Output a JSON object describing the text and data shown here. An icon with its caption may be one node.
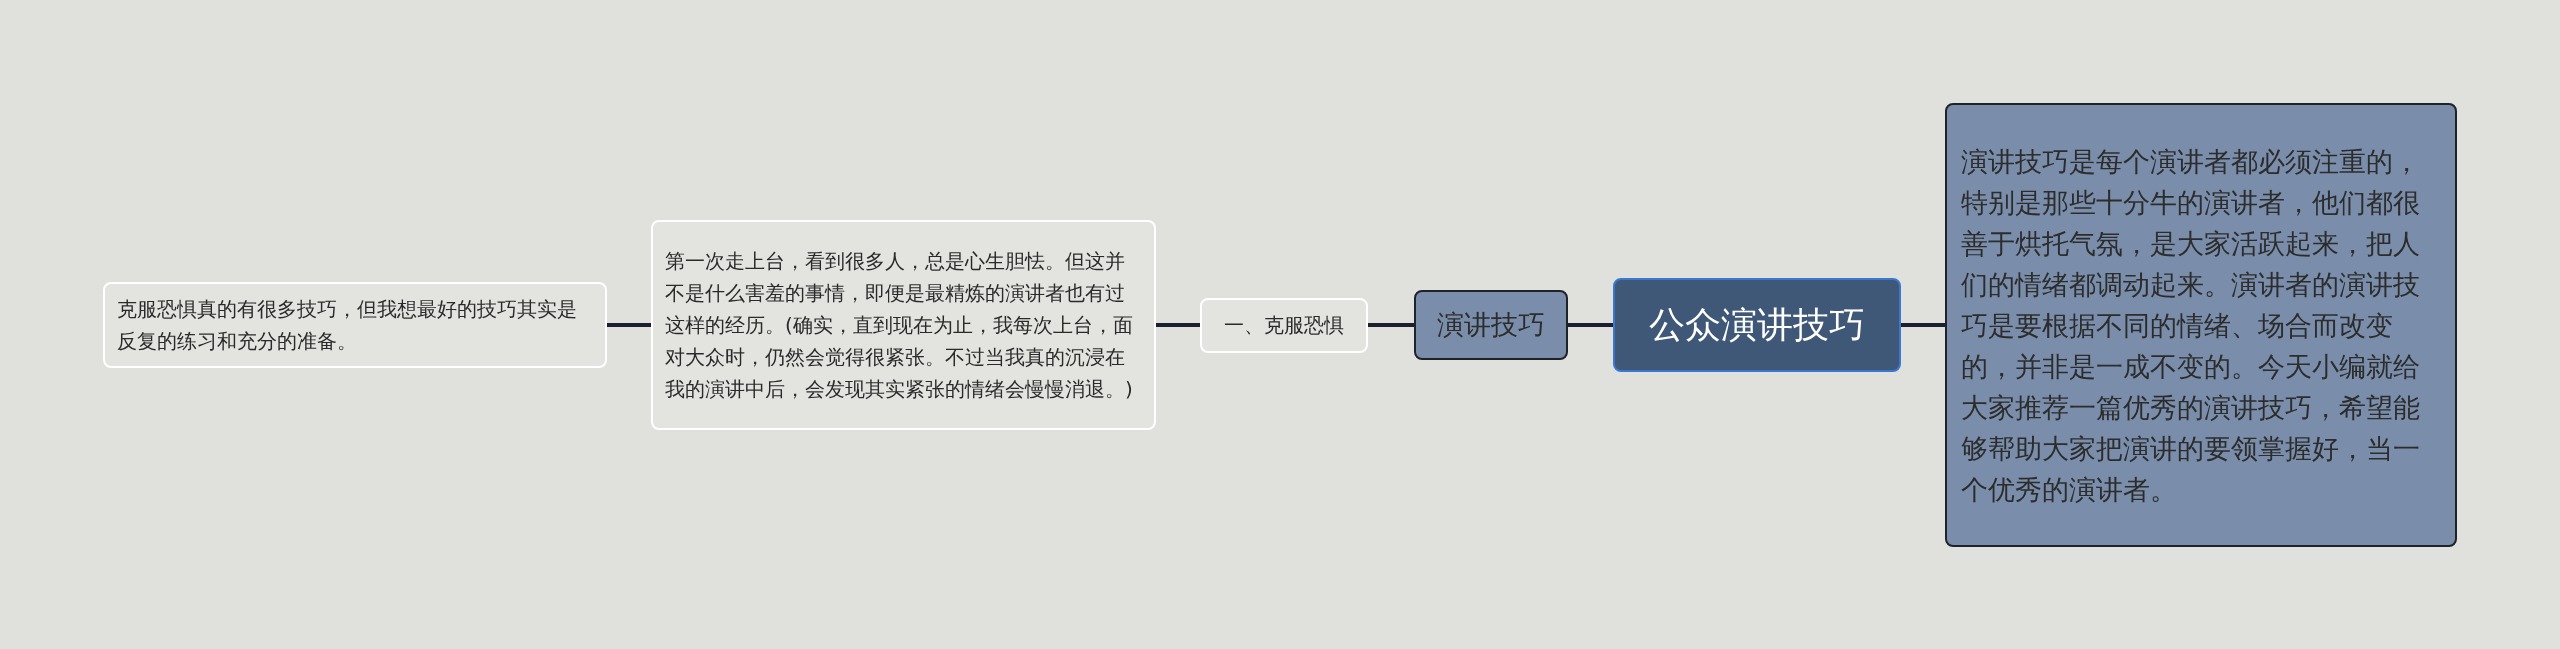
{
  "diagram": {
    "nodes": [
      {
        "text": [
          "公众演讲技巧"
        ]
      },
      {
        "text": [
          "演讲技巧"
        ]
      },
      {
        "text": [
          "一、克服恐惧"
        ]
      },
      {
        "text": [
          "第一次走上台，看到很多人，总是心生胆怯。但这并不是什么害羞的事情，即便是最精炼的演讲者也有过这样的经历。(确实，直到现在为止，我每次上台，面对大众时，仍然会觉得很紧张。不过当我真的沉浸在我的演讲中后，会发现其实紧张的情绪会慢慢消退。)"
        ]
      },
      {
        "text": [
          "克服恐惧真的有很多技巧，但我想最好的技巧其实是反复的练习和充分的准备。"
        ]
      },
      {
        "text": [
          "演讲技巧是每个演讲者都必须注重的，特别是那些十分牛的演讲者，他们都很善于烘托气氛，是大家活跃起来，把人们的情绪都调动起来。演讲者的演讲技巧是要根据不同的情绪、场合而改变的，并非是一成不变的。今天小编就给大家推荐一篇优秀的演讲技巧，希望能够帮助大家把演讲的要领掌握好，当一个优秀的演讲者。"
        ]
      }
    ],
    "edges": [
      {
        "from": 0,
        "to": 1,
        "arrow": "none"
      },
      {
        "from": 1,
        "to": 2,
        "arrow": "none"
      },
      {
        "from": 2,
        "to": 3,
        "arrow": "none"
      },
      {
        "from": 3,
        "to": 4,
        "arrow": "none"
      },
      {
        "from": 0,
        "to": 5,
        "arrow": "none"
      }
    ]
  }
}
